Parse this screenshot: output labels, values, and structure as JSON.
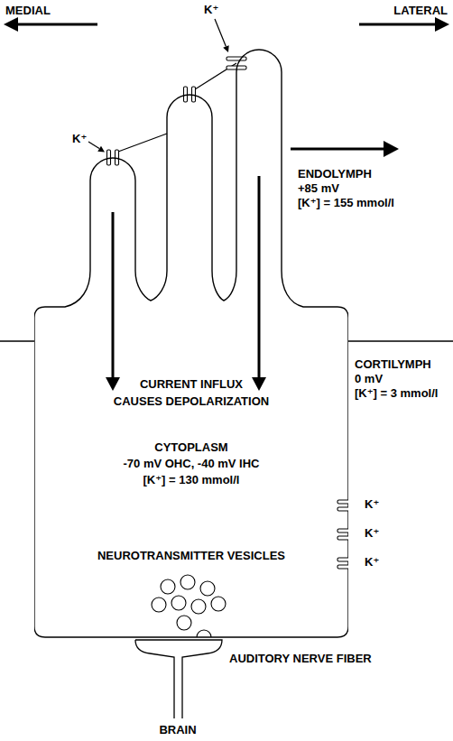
{
  "diagram": {
    "nodes": [
      {
        "text": [
          "CURRENT INFLUX",
          "CAUSES DEPOLARIZATION",
          "CYTOPLASM",
          "-70 mV OHC, -40 mV IHC",
          "[K⁺] = 130 mmol/l",
          "NEUROTRANSMITTER VESICLES"
        ]
      }
    ],
    "labels": [
      "MEDIAL",
      "LATERAL",
      "K⁺",
      "K⁺",
      "ENDOLYMPH",
      "+85 mV",
      "[K⁺] = 155 mmol/l",
      "CORTILYMPH",
      "0 mV",
      "[K⁺] = 3 mmol/l",
      "K⁺",
      "K⁺",
      "K⁺",
      "AUDITORY NERVE FIBER",
      "BRAIN"
    ]
  }
}
